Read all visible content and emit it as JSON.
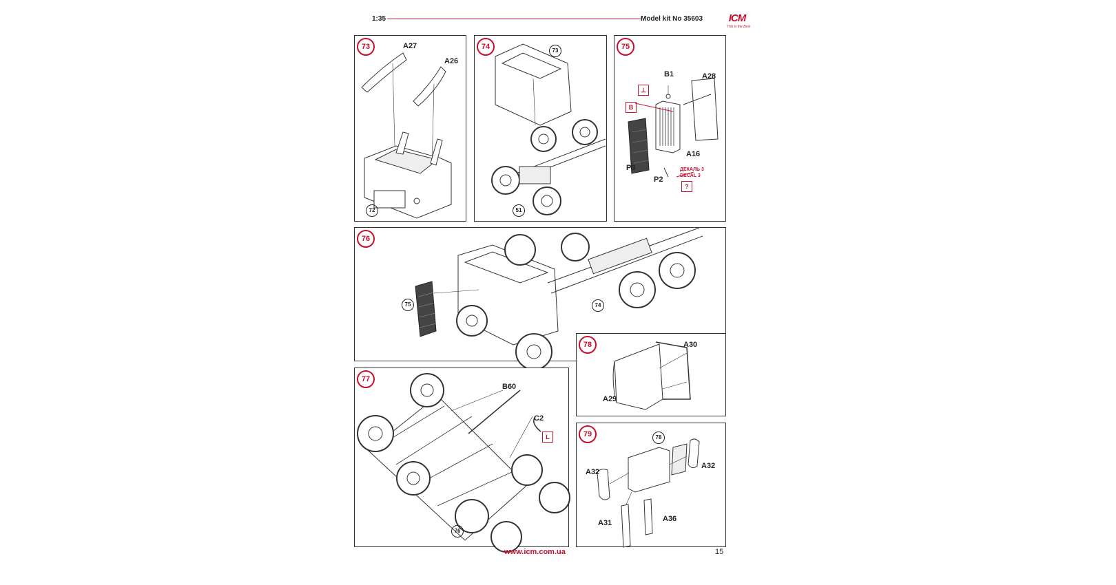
{
  "header": {
    "scale": "1:35",
    "model": "Model kit No 35603",
    "logo_text": "ICM",
    "logo_tagline": "This is the Best",
    "accent_color": "#c8102e"
  },
  "steps": {
    "s73": {
      "number": "73",
      "parts": [
        "A27",
        "A26"
      ],
      "ref": "72"
    },
    "s74": {
      "number": "74",
      "refs": [
        "73",
        "51"
      ]
    },
    "s75": {
      "number": "75",
      "parts": [
        "B1",
        "A28",
        "A16",
        "P3",
        "P2"
      ],
      "marks": [
        "B",
        "?"
      ],
      "decal_ru": "ДЕКАЛЬ 3",
      "decal_en": "DECAL 3"
    },
    "s76": {
      "number": "76",
      "refs": [
        "75",
        "74"
      ]
    },
    "s77": {
      "number": "77",
      "parts": [
        "B60",
        "C2"
      ],
      "mark": "L",
      "ref": "76"
    },
    "s78": {
      "number": "78",
      "parts": [
        "A30",
        "A29"
      ]
    },
    "s79": {
      "number": "79",
      "parts": [
        "A32",
        "A32",
        "A31",
        "A36"
      ],
      "ref": "78"
    }
  },
  "footer": {
    "url": "www.icm.com.ua",
    "page": "15"
  }
}
